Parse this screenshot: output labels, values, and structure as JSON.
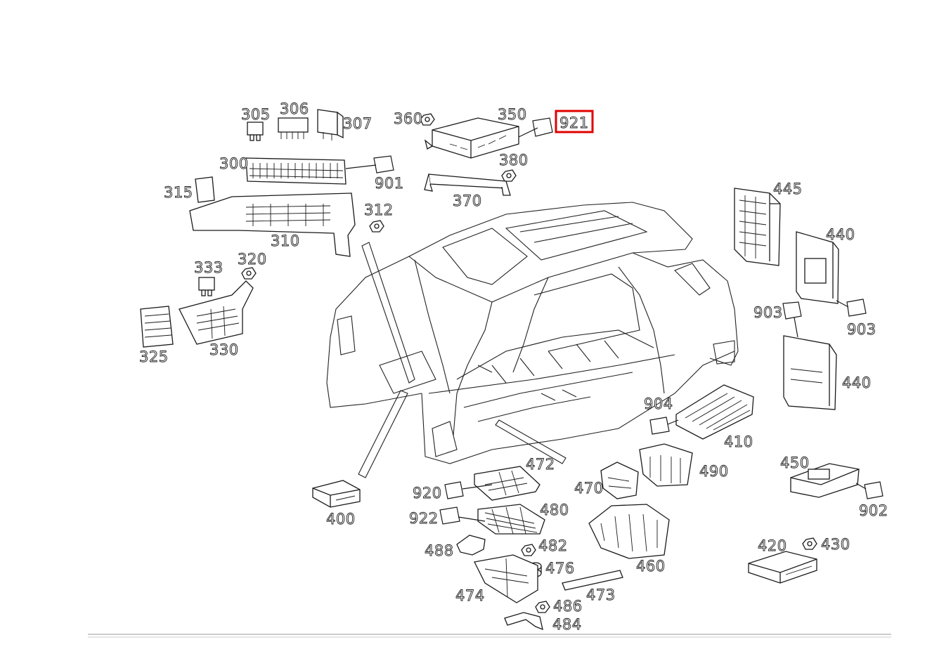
{
  "highlight_color": "#e00000",
  "callouts": [
    {
      "id": "305",
      "text": "305"
    },
    {
      "id": "306",
      "text": "306"
    },
    {
      "id": "307",
      "text": "307"
    },
    {
      "id": "360",
      "text": "360"
    },
    {
      "id": "350",
      "text": "350"
    },
    {
      "id": "921",
      "text": "921",
      "highlighted": true
    },
    {
      "id": "300",
      "text": "300"
    },
    {
      "id": "901",
      "text": "901"
    },
    {
      "id": "380",
      "text": "380"
    },
    {
      "id": "315",
      "text": "315"
    },
    {
      "id": "312",
      "text": "312"
    },
    {
      "id": "370",
      "text": "370"
    },
    {
      "id": "310",
      "text": "310"
    },
    {
      "id": "333",
      "text": "333"
    },
    {
      "id": "320",
      "text": "320"
    },
    {
      "id": "325",
      "text": "325"
    },
    {
      "id": "330",
      "text": "330"
    },
    {
      "id": "445",
      "text": "445"
    },
    {
      "id": "440a",
      "text": "440"
    },
    {
      "id": "903a",
      "text": "903"
    },
    {
      "id": "903b",
      "text": "903"
    },
    {
      "id": "440b",
      "text": "440"
    },
    {
      "id": "904",
      "text": "904"
    },
    {
      "id": "410",
      "text": "410"
    },
    {
      "id": "450",
      "text": "450"
    },
    {
      "id": "490",
      "text": "490"
    },
    {
      "id": "472",
      "text": "472"
    },
    {
      "id": "470",
      "text": "470"
    },
    {
      "id": "902",
      "text": "902"
    },
    {
      "id": "920",
      "text": "920"
    },
    {
      "id": "480",
      "text": "480"
    },
    {
      "id": "400",
      "text": "400"
    },
    {
      "id": "922",
      "text": "922"
    },
    {
      "id": "482",
      "text": "482"
    },
    {
      "id": "420",
      "text": "420"
    },
    {
      "id": "430",
      "text": "430"
    },
    {
      "id": "488",
      "text": "488"
    },
    {
      "id": "476",
      "text": "476"
    },
    {
      "id": "460",
      "text": "460"
    },
    {
      "id": "474",
      "text": "474"
    },
    {
      "id": "473",
      "text": "473"
    },
    {
      "id": "486",
      "text": "486"
    },
    {
      "id": "484",
      "text": "484"
    }
  ]
}
